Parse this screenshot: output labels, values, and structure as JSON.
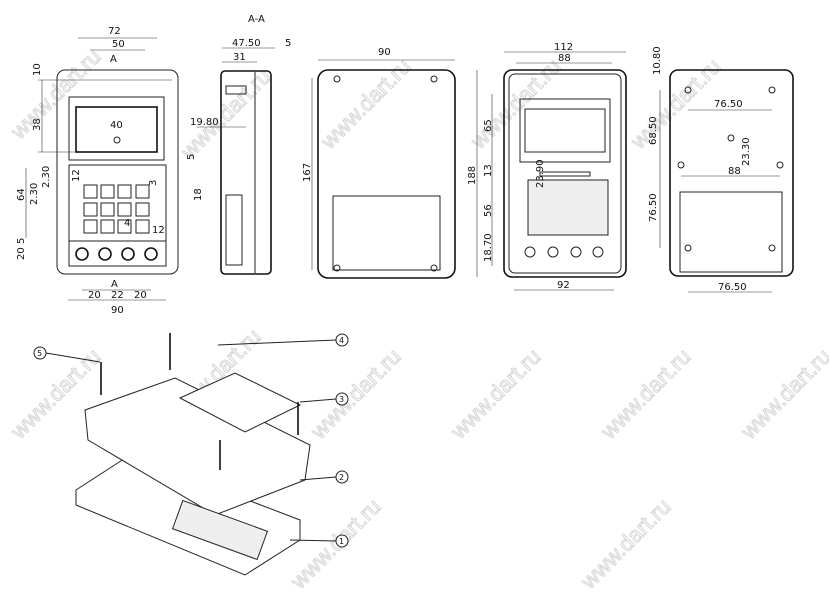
{
  "watermark": "www.dart.ru",
  "front_view": {
    "section_marker_top": "A",
    "section_marker_bottom": "A",
    "dims": [
      "72",
      "50",
      "10",
      "38",
      "40",
      "5",
      "12",
      "2.30",
      "2.30",
      "3",
      "18",
      "64",
      "4",
      "12",
      "5",
      "20",
      "20",
      "22",
      "20",
      "90"
    ]
  },
  "section_view": {
    "title": "A-A",
    "dims": [
      "47.50",
      "5",
      "31",
      "19.80"
    ]
  },
  "top_view": {
    "dims": [
      "90",
      "167"
    ]
  },
  "front_view_2": {
    "dims": [
      "112",
      "88",
      "65",
      "13",
      "56",
      "18.70",
      "188",
      "92",
      "23.90"
    ]
  },
  "back_view": {
    "dims": [
      "10.80",
      "76.50",
      "68.50",
      "23.30",
      "88",
      "76.50",
      "76.50"
    ]
  },
  "exploded_view": {
    "callouts": [
      "1",
      "2",
      "3",
      "4",
      "5"
    ]
  }
}
